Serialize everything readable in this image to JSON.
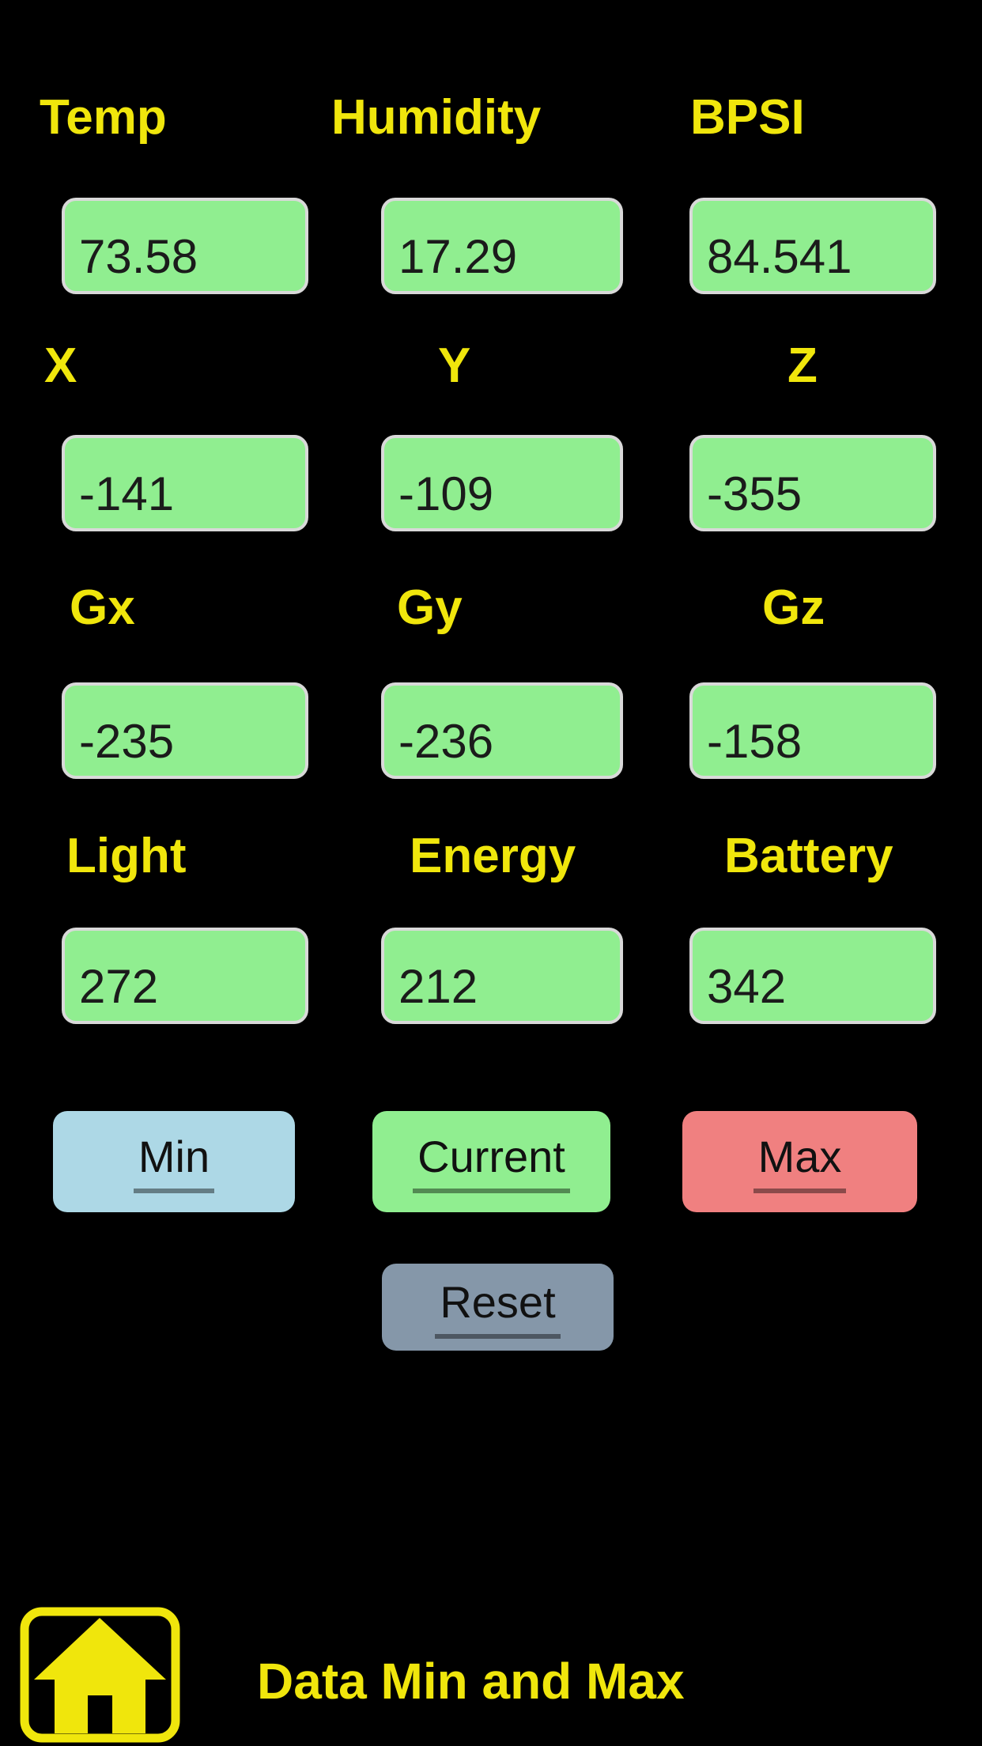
{
  "fields": {
    "temp": {
      "label": "Temp",
      "value": "73.58"
    },
    "humidity": {
      "label": "Humidity",
      "value": "17.29"
    },
    "bpsi": {
      "label": "BPSI",
      "value": "84.541"
    },
    "x": {
      "label": "X",
      "value": "-141"
    },
    "y": {
      "label": "Y",
      "value": "-109"
    },
    "z": {
      "label": "Z",
      "value": "-355"
    },
    "gx": {
      "label": "Gx",
      "value": "-235"
    },
    "gy": {
      "label": "Gy",
      "value": "-236"
    },
    "gz": {
      "label": "Gz",
      "value": "-158"
    },
    "light": {
      "label": "Light",
      "value": "272"
    },
    "energy": {
      "label": "Energy",
      "value": "212"
    },
    "battery": {
      "label": "Battery",
      "value": "342"
    }
  },
  "buttons": {
    "min": "Min",
    "current": "Current",
    "max": "Max",
    "reset": "Reset"
  },
  "footer": {
    "home_icon": "home",
    "title": "Data Min and Max"
  },
  "colors": {
    "background": "#000000",
    "label_yellow": "#f0e60c",
    "field_green": "#90ee90",
    "field_border": "#d9d9d9",
    "value_text": "#1b1b1b",
    "min_button_blue": "#add8e6",
    "current_button_green": "#90ee90",
    "max_button_coral": "#f08080",
    "reset_button_slate": "#8597a9"
  }
}
